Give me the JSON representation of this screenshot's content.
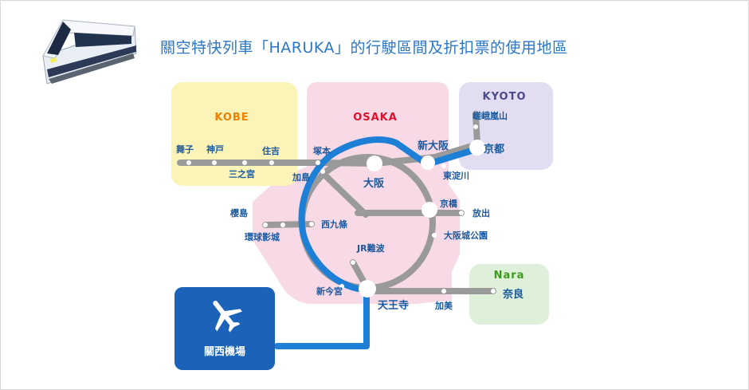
{
  "title": "關空特快列車「HARUKA」的行駛區間及折扣票的使用地區",
  "regions": {
    "kobe": {
      "name": "KOBE",
      "color": "#f08000",
      "fill": "#fbf4b8"
    },
    "osaka": {
      "name": "OSAKA",
      "color": "#e0102a",
      "fill": "#f8dae6"
    },
    "kyoto": {
      "name": "KYOTO",
      "color": "#4a4a8a",
      "fill": "#e2ddf0"
    },
    "nara": {
      "name": "Nara",
      "color": "#3a9a1a",
      "fill": "#dff0da"
    }
  },
  "stations": {
    "maiko": "舞子",
    "kobe": "神戸",
    "sannomiya": "三之宮",
    "sumiyoshi": "住吉",
    "tsukamoto": "塚本",
    "kashima": "加島",
    "osaka": "大阪",
    "shinosaka": "新大阪",
    "kyoto": "京都",
    "saga_arashiyama": "嵯峨嵐山",
    "higashiyodogawa": "東淀川",
    "kyobashi": "京橋",
    "hanaten": "放出",
    "osakajokoen": "大阪城公園",
    "sakurajima": "櫻島",
    "universal_city": "環球影城",
    "nishikujo": "西九條",
    "jr_namba": "JR難波",
    "shin_imamiya": "新今宮",
    "tennoji": "天王寺",
    "kami": "加美",
    "nara": "奈良"
  },
  "airport": {
    "name": "關西機場",
    "icon": "airplane-icon",
    "color": "#1a63b8"
  },
  "colors": {
    "haruka_line": "#1e7fd6",
    "rail_line": "#9a9a9a",
    "label": "#1a5aa0"
  }
}
